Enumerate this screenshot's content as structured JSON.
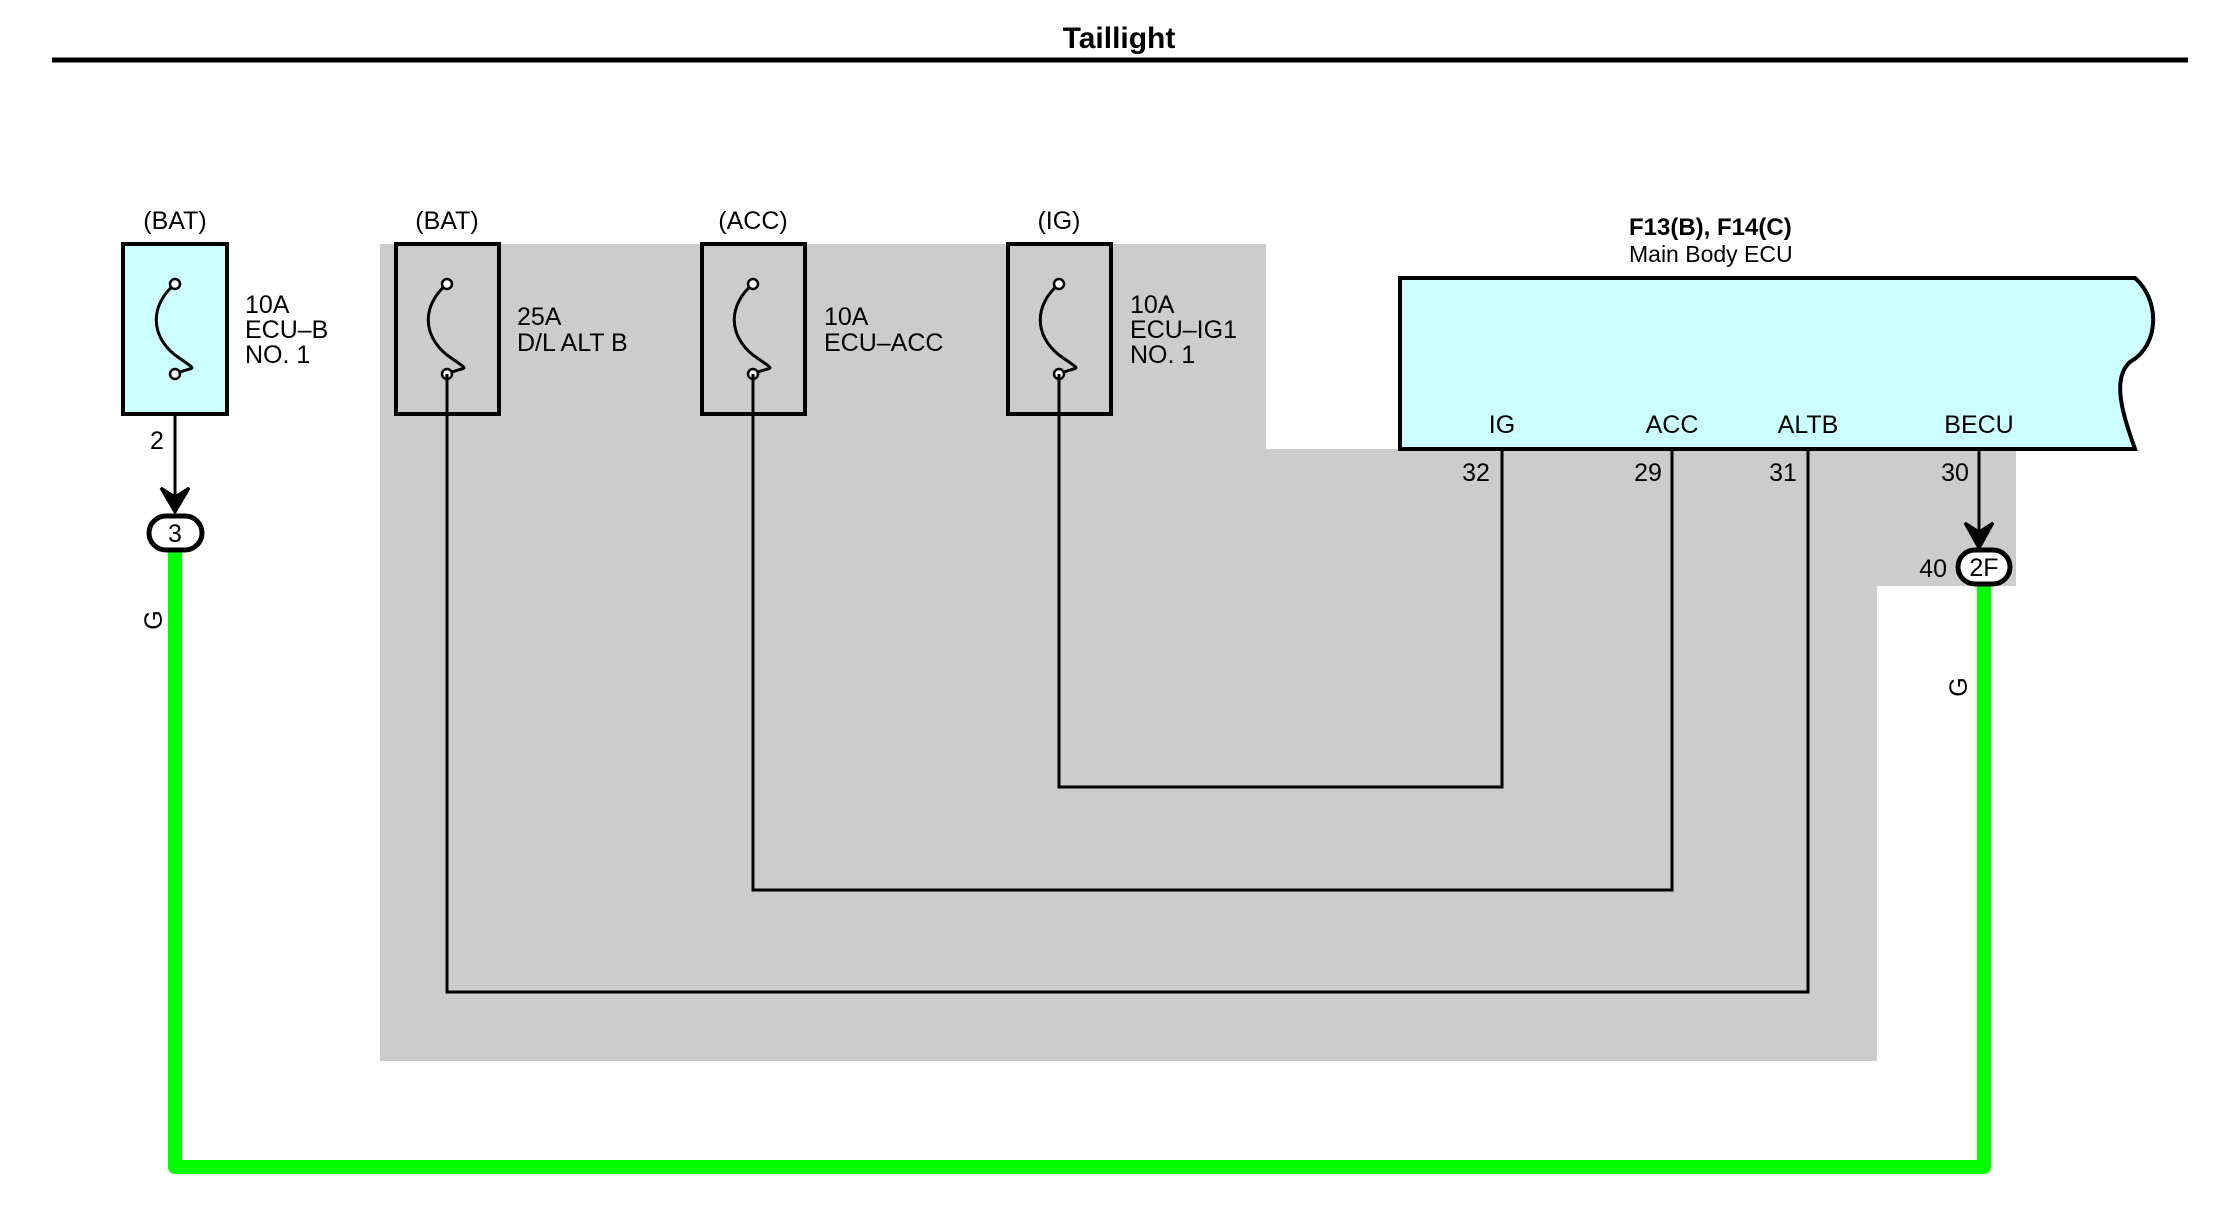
{
  "title": "Taillight",
  "colors": {
    "shaded_area": "#cccccc",
    "component_fill": "#ccffff",
    "wire_green": "#00ff00",
    "line": "#000000"
  },
  "fuses": [
    {
      "supply": "(BAT)",
      "lines": [
        "10A",
        "ECU–B",
        "NO. 1"
      ],
      "pin": "2",
      "highlighted": true
    },
    {
      "supply": "(BAT)",
      "lines": [
        "25A",
        "D/L ALT B"
      ]
    },
    {
      "supply": "(ACC)",
      "lines": [
        "10A",
        "ECU–ACC"
      ]
    },
    {
      "supply": "(IG)",
      "lines": [
        "10A",
        "ECU–IG1",
        "NO. 1"
      ]
    }
  ],
  "ecu": {
    "connectors": "F13(B), F14(C)",
    "name": "Main Body ECU",
    "terminals": [
      {
        "label": "IG",
        "pin": "32"
      },
      {
        "label": "ACC",
        "pin": "29"
      },
      {
        "label": "ALTB",
        "pin": "31"
      },
      {
        "label": "BECU",
        "pin": "30"
      }
    ]
  },
  "junctions": [
    {
      "label": "3"
    },
    {
      "label": "2F",
      "pin": "40"
    }
  ],
  "wire_colors": [
    "G",
    "G"
  ]
}
